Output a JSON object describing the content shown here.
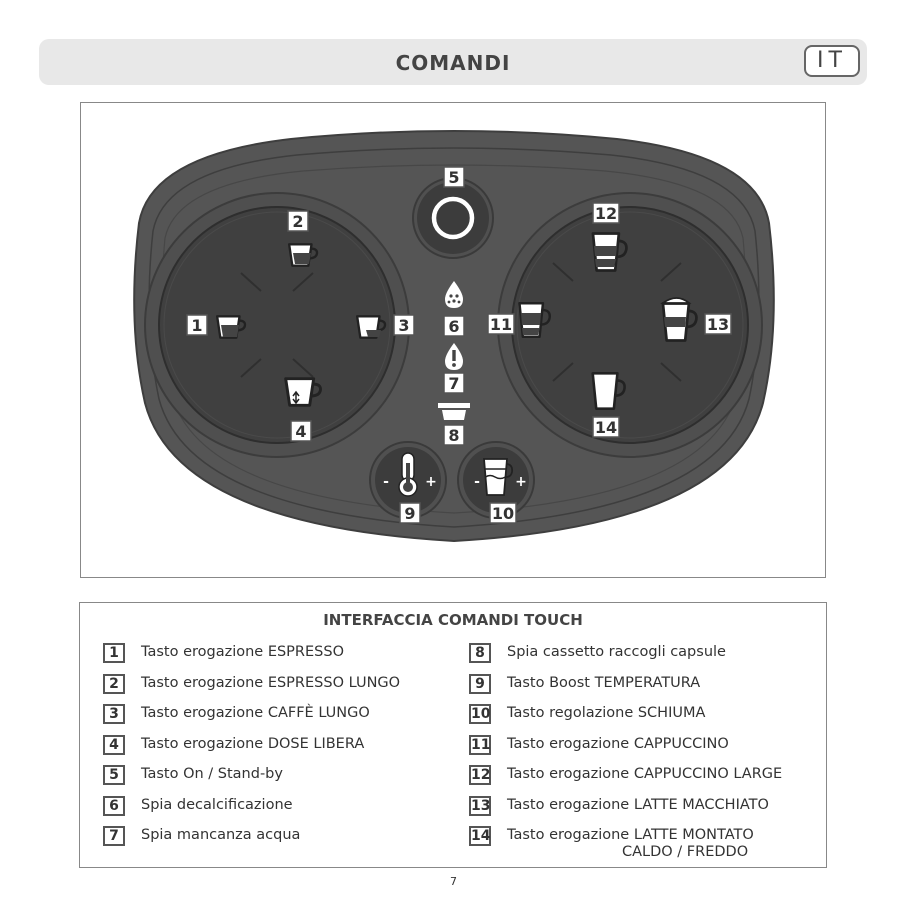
{
  "header": {
    "title": "COMANDI",
    "lang": "IT"
  },
  "figure": {
    "callouts": {
      "n1": "1",
      "n2": "2",
      "n3": "3",
      "n4": "4",
      "n5": "5",
      "n6": "6",
      "n7": "7",
      "n8": "8",
      "n9": "9",
      "n10": "10",
      "n11": "11",
      "n12": "12",
      "n13": "13",
      "n14": "14"
    },
    "minus": "-",
    "plus": "+"
  },
  "legend": {
    "title": "INTERFACCIA COMANDI TOUCH",
    "items": [
      {
        "num": "1",
        "text": "Tasto erogazione ESPRESSO"
      },
      {
        "num": "2",
        "text": "Tasto erogazione ESPRESSO LUNGO"
      },
      {
        "num": "3",
        "text": "Tasto erogazione CAFFÈ LUNGO"
      },
      {
        "num": "4",
        "text": "Tasto erogazione DOSE LIBERA"
      },
      {
        "num": "5",
        "text": "Tasto On / Stand-by"
      },
      {
        "num": "6",
        "text": "Spia decalcificazione"
      },
      {
        "num": "7",
        "text": "Spia mancanza acqua"
      },
      {
        "num": "8",
        "text": "Spia cassetto raccogli capsule"
      },
      {
        "num": "9",
        "text": "Tasto Boost TEMPERATURA"
      },
      {
        "num": "10",
        "text": "Tasto regolazione SCHIUMA"
      },
      {
        "num": "11",
        "text": "Tasto erogazione CAPPUCCINO"
      },
      {
        "num": "12",
        "text": "Tasto erogazione CAPPUCCINO LARGE"
      },
      {
        "num": "13",
        "text": "Tasto erogazione LATTE MACCHIATO"
      },
      {
        "num": "14",
        "text": "Tasto erogazione LATTE MONTATO",
        "text2": "CALDO / FREDDO"
      }
    ]
  },
  "page_number": "7"
}
